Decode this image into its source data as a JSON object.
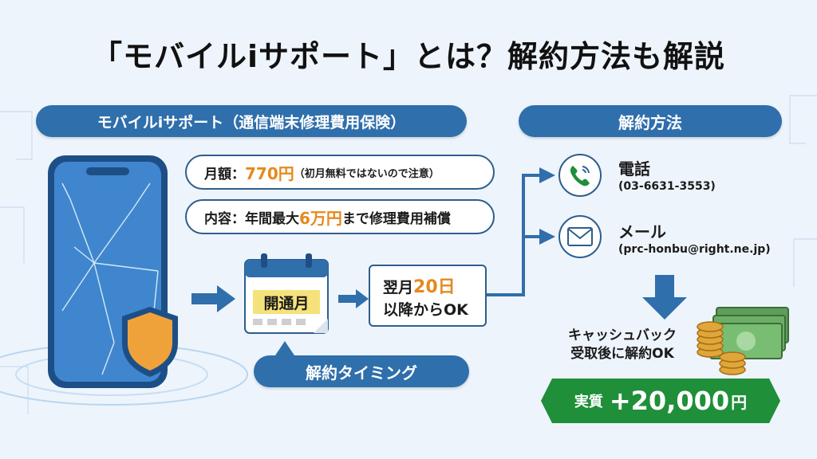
{
  "title": "「モバイルiサポート」とは？解約方法も解説",
  "left_header": "モバイルiサポート（通信端末修理費用保険）",
  "right_header": "解約方法",
  "fee": {
    "label": "月額：",
    "value": "770円",
    "note": "（初月無料ではないので注意）"
  },
  "content": {
    "label": "内容：年間最大",
    "value": "6万円",
    "suffix": "まで修理費用補償"
  },
  "calendar_label": "開通月",
  "next_month": {
    "line1_prefix": "翌月",
    "line1_value": "20日",
    "line2": "以降からOK"
  },
  "timing_label": "解約タイミング",
  "phone": {
    "label": "電話",
    "number": "(03-6631-3553)"
  },
  "mail": {
    "label": "メール",
    "address": "(prc-honbu@right.ne.jp)"
  },
  "cashback": {
    "line1": "キャッシュバック",
    "line2": "受取後に解約OK"
  },
  "real": {
    "prefix": "実質",
    "value": "+20,000",
    "unit": "円"
  },
  "colors": {
    "navy": "#2f6fab",
    "orange": "#e6891d",
    "green": "#1f8f3a",
    "border": "#2c5e8e"
  }
}
